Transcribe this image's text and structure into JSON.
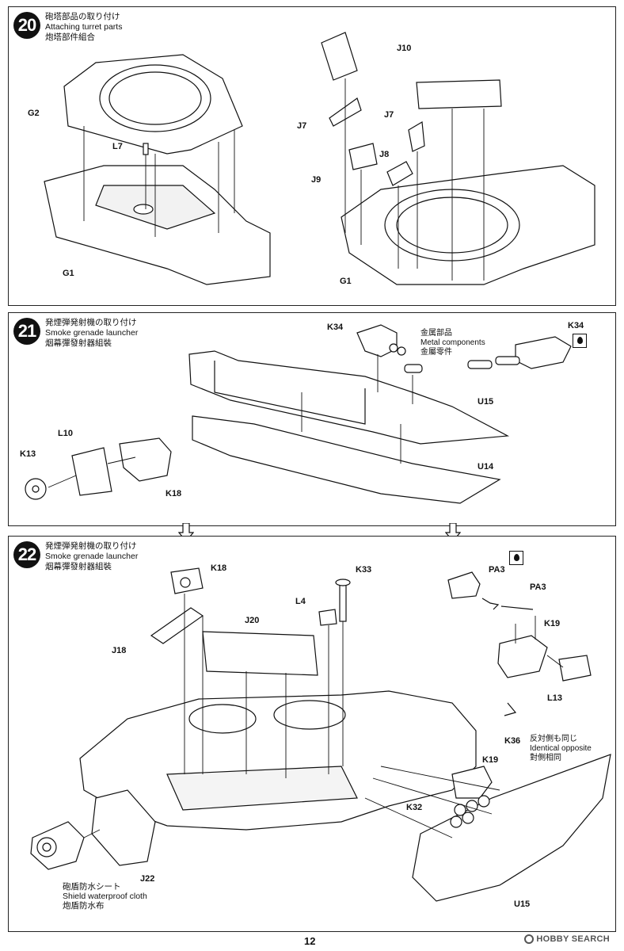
{
  "steps": [
    {
      "number": "20",
      "title_ja": "砲塔部品の取り付け",
      "title_en": "Attaching turret parts",
      "title_zh": "炮塔部件組合",
      "parts": [
        "G2",
        "L7",
        "G1",
        "J10",
        "J7",
        "J7",
        "J8",
        "J9",
        "G1"
      ]
    },
    {
      "number": "21",
      "title_ja": "発煙弾発射機の取り付け",
      "title_en": "Smoke grenade launcher",
      "title_zh": "烟幕彈發射器組裝",
      "parts": [
        "K34",
        "K34",
        "U15",
        "U14",
        "L10",
        "K13",
        "K18"
      ],
      "metal_note": {
        "ja": "金属部品",
        "en": "Metal components",
        "zh": "金屬零件"
      }
    },
    {
      "number": "22",
      "title_ja": "発煙弾発射機の取り付け",
      "title_en": "Smoke grenade launcher",
      "title_zh": "烟幕彈發射器組裝",
      "parts": [
        "K18",
        "K33",
        "PA3",
        "PA3",
        "L4",
        "J20",
        "J18",
        "K19",
        "L13",
        "K36",
        "K19",
        "K32",
        "J22",
        "U15"
      ],
      "opposite_note": {
        "ja": "反対側も同じ",
        "en": "Identical opposite",
        "zh": "對側相同"
      },
      "cloth_note": {
        "ja": "砲盾防水シート",
        "en": "Shield waterproof cloth",
        "zh": "炮盾防水布"
      }
    }
  ],
  "page_number": "12",
  "watermark": "HOBBY SEARCH"
}
